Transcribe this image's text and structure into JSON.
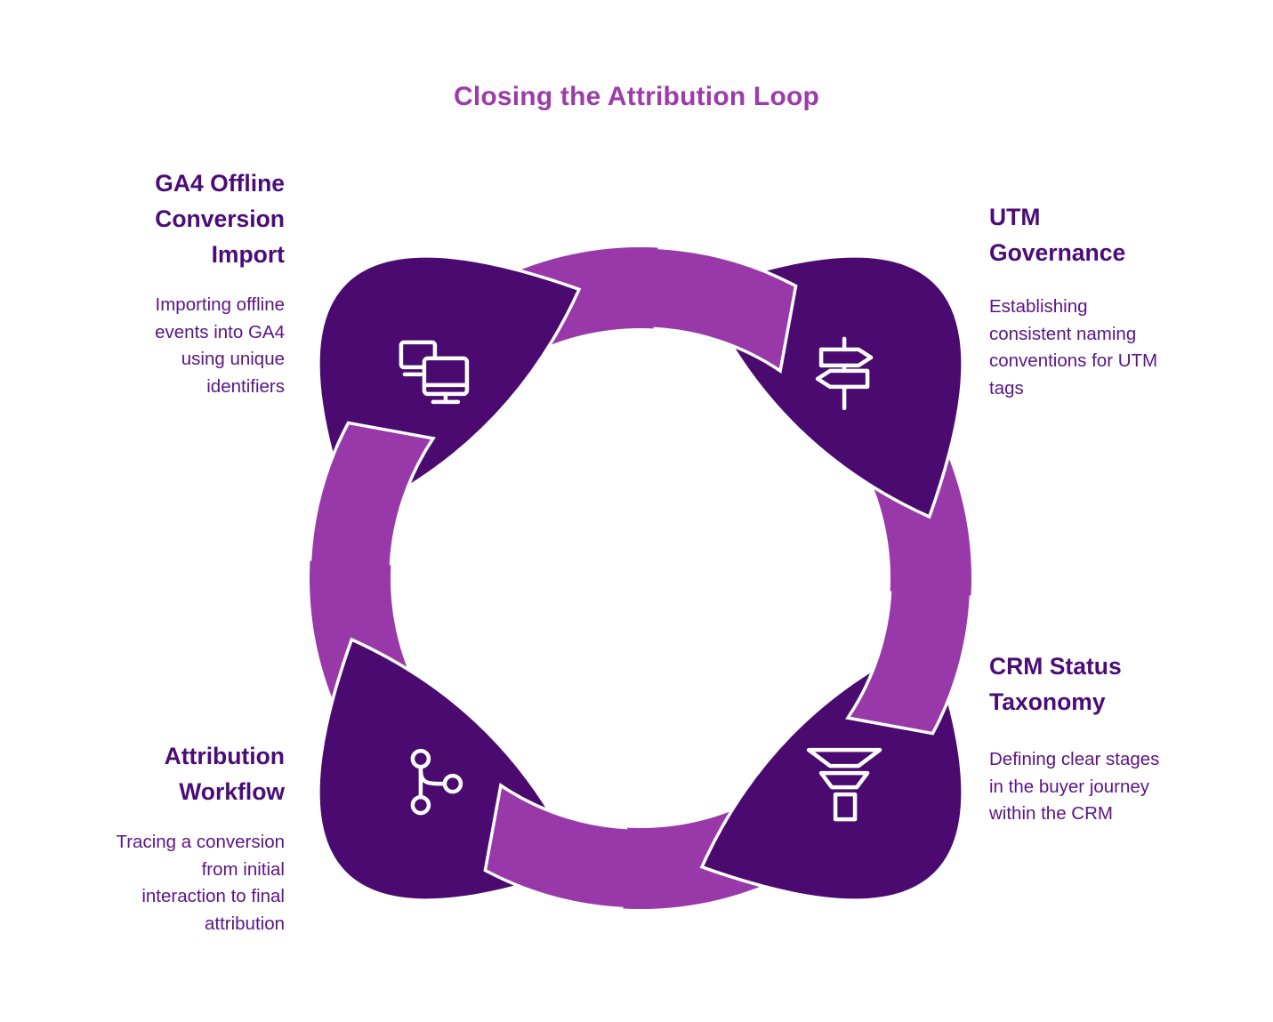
{
  "title": "Closing the Attribution Loop",
  "colors": {
    "title": "#9C3CAA",
    "heading": "#4B0C78",
    "body": "#5B1486",
    "arc_light": "#9838A9",
    "arrow_dark": "#4A0A70",
    "icon_stroke": "#FFFFFF",
    "background": "#FFFFFF"
  },
  "segments": [
    {
      "id": "ga4-offline-conversion-import",
      "position": "top-left",
      "icon": "monitors-icon",
      "heading_lines": [
        "GA4 Offline",
        "Conversion",
        "Import"
      ],
      "body_lines": [
        "Importing offline",
        "events into GA4",
        "using unique",
        "identifiers"
      ]
    },
    {
      "id": "utm-governance",
      "position": "top-right",
      "icon": "signpost-icon",
      "heading_lines": [
        "UTM",
        "Governance"
      ],
      "body_lines": [
        "Establishing",
        "consistent naming",
        "conventions for UTM",
        "tags"
      ]
    },
    {
      "id": "crm-status-taxonomy",
      "position": "bottom-right",
      "icon": "funnel-icon",
      "heading_lines": [
        "CRM Status",
        "Taxonomy"
      ],
      "body_lines": [
        "Defining clear stages",
        "in the buyer journey",
        "within the CRM"
      ]
    },
    {
      "id": "attribution-workflow",
      "position": "bottom-left",
      "icon": "branch-icon",
      "heading_lines": [
        "Attribution",
        "Workflow"
      ],
      "body_lines": [
        "Tracing a conversion",
        "from initial",
        "interaction to final",
        "attribution"
      ]
    }
  ],
  "diagram": {
    "type": "cycle-ring",
    "direction": "clockwise",
    "positions": {
      "top-left": "ga4-offline-conversion-import",
      "top-right": "utm-governance",
      "bottom-right": "crm-status-taxonomy",
      "bottom-left": "attribution-workflow"
    }
  }
}
